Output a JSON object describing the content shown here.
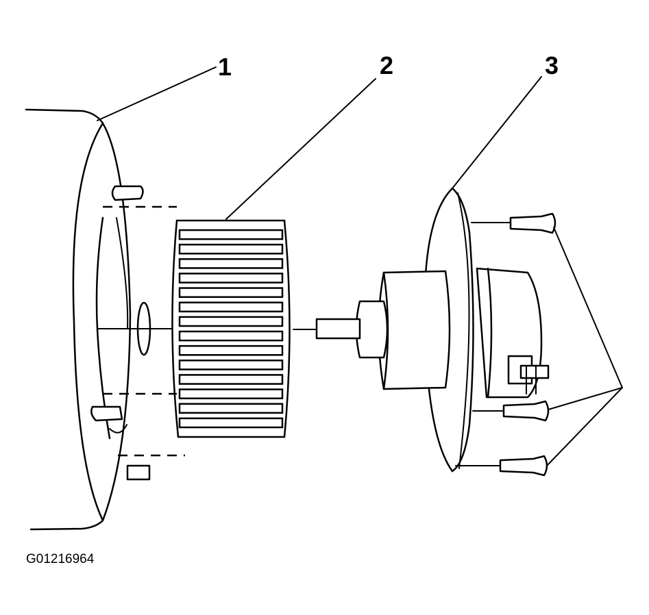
{
  "figure_id": "G01216964",
  "callouts": [
    {
      "number": "1",
      "part": "blower-housing"
    },
    {
      "number": "2",
      "part": "blower-fan-wheel"
    },
    {
      "number": "3",
      "part": "blower-motor-with-mounting-screws"
    }
  ],
  "colors": {
    "ink": "#000000",
    "paper": "#ffffff"
  }
}
